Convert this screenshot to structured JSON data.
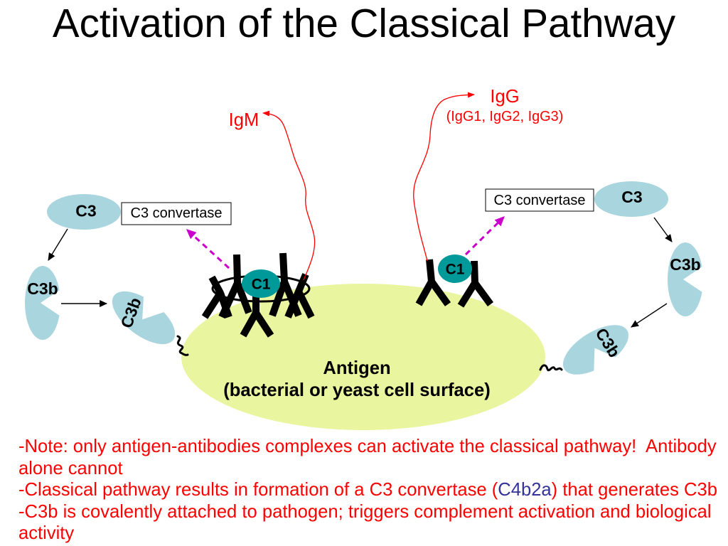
{
  "slide": {
    "title": "Activation of the Classical Pathway"
  },
  "diagram": {
    "igm": {
      "label": "IgM",
      "c1_label": "C1"
    },
    "igg": {
      "label": "IgG",
      "subclasses": "(IgG1, IgG2, IgG3)",
      "c1_label": "C1"
    },
    "antigen": {
      "label": "Antigen",
      "description": "(bacterial or yeast cell surface)"
    },
    "left_cycle": {
      "c3_label": "C3",
      "convertase_label": "C3 convertase",
      "c3b_free_label": "C3b",
      "c3b_bound_label": "C3b"
    },
    "right_cycle": {
      "c3_label": "C3",
      "convertase_label": "C3 convertase",
      "c3b_free_label": "C3b",
      "c3b_bound_label": "C3b"
    }
  },
  "notes": {
    "line1": "-Note: only antigen-antibodies complexes can activate the classical pathway!  Antibody alone cannot",
    "line2": {
      "prefix": "-Classical pathway results in formation of a C3 convertase (",
      "highlight": "C4b2a",
      "suffix": ") that generates C3b"
    },
    "line3": "-C3b is covalently attached to pathogen; triggers complement activation and biological activity"
  },
  "colors": {
    "note_text": "#ff0000",
    "highlight_text": "#333399",
    "antigen_fill": "#eaf5a0",
    "c3_fill": "#a9d5df",
    "c1_fill": "#00999a",
    "convertase_arrow": "#cc00cc",
    "antibody": "#000000"
  }
}
